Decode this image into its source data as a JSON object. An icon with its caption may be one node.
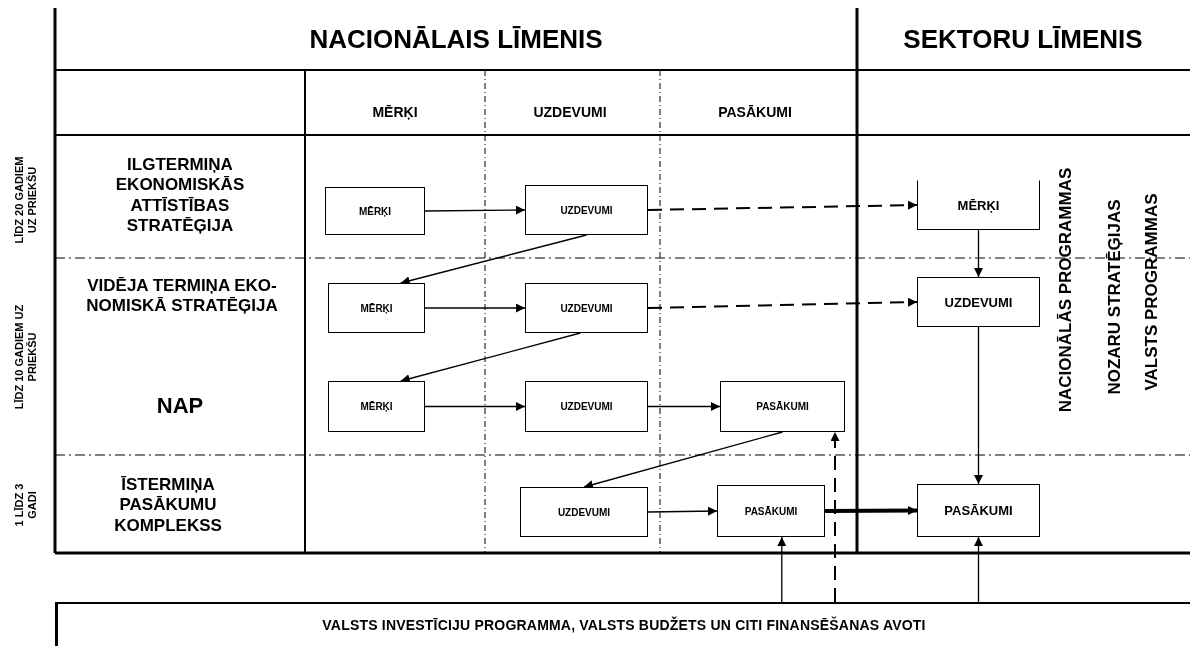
{
  "diagram": {
    "nodes": [
      {
        "text": [
          "MĒRĶI"
        ]
      },
      {
        "text": [
          "UZDEVUMI"
        ]
      },
      {
        "text": [
          "MĒRĶI"
        ]
      },
      {
        "text": [
          "MĒRĶI"
        ]
      },
      {
        "text": [
          "UZDEVUMI"
        ]
      },
      {
        "text": [
          "UZDEVUMI"
        ]
      },
      {
        "text": [
          "MĒRĶI"
        ]
      },
      {
        "text": [
          "UZDEVUMI"
        ]
      },
      {
        "text": [
          "PASĀKUMI"
        ]
      },
      {
        "text": [
          "UZDEVUMI"
        ]
      },
      {
        "text": [
          "PASĀKUMI"
        ]
      },
      {
        "text": [
          "PASĀKUMI"
        ]
      },
      {
        "text": [
          "VALSTS INVESTĪCIJU PROGRAMMA, VALSTS BUDŽETS UN CITI FINANSĒŠANAS AVOTI"
        ]
      }
    ],
    "edges": [
      {
        "from": 0,
        "to": 1,
        "arrow": "to"
      },
      {
        "from": 1,
        "to": 2,
        "arrow": "to",
        "style": "dashed"
      },
      {
        "from": 2,
        "to": 5,
        "arrow": "to"
      },
      {
        "from": 1,
        "to": 3,
        "arrow": "to"
      },
      {
        "from": 3,
        "to": 4,
        "arrow": "to"
      },
      {
        "from": 4,
        "to": 5,
        "arrow": "to",
        "style": "dashed"
      },
      {
        "from": 4,
        "to": 6,
        "arrow": "to"
      },
      {
        "from": 6,
        "to": 7,
        "arrow": "to"
      },
      {
        "from": 7,
        "to": 8,
        "arrow": "to"
      },
      {
        "from": 8,
        "to": 9,
        "arrow": "to"
      },
      {
        "from": 9,
        "to": 10,
        "arrow": "to"
      },
      {
        "from": 10,
        "to": 11,
        "arrow": "to",
        "style": "thick"
      },
      {
        "from": 5,
        "to": 11,
        "arrow": "to"
      },
      {
        "from": 12,
        "to": 10,
        "arrow": "to"
      },
      {
        "from": 12,
        "to": 8,
        "arrow": "to",
        "style": "dashed"
      },
      {
        "from": 12,
        "to": 11,
        "arrow": "to"
      }
    ],
    "labels": [
      "NACIONĀLAIS LĪMENIS",
      "SEKTORU LĪMENIS",
      "MĒRĶI",
      "UZDEVUMI",
      "PASĀKUMI",
      "LĪDZ 20 GADIEM UZ PRIEKŠU",
      "ILGTERMIŅA EKONOMISKĀS ATTĪSTĪBAS STRATĒĢIJA",
      "LĪDZ 10 GADIEM UZ PRIEKŠU",
      "VIDĒJA TERMIŅA EKO- NOMISKĀ STRATĒĢIJA",
      "NAP",
      "1 LĪDZ 3 GADI",
      "ĪSTERMIŅA PASĀKUMU KOMPLEKSS",
      "NACIONĀLĀS PROGRAMMAS",
      "NOZARU STRATĒĢIJAS",
      "VALSTS PROGRAMMAS"
    ]
  }
}
